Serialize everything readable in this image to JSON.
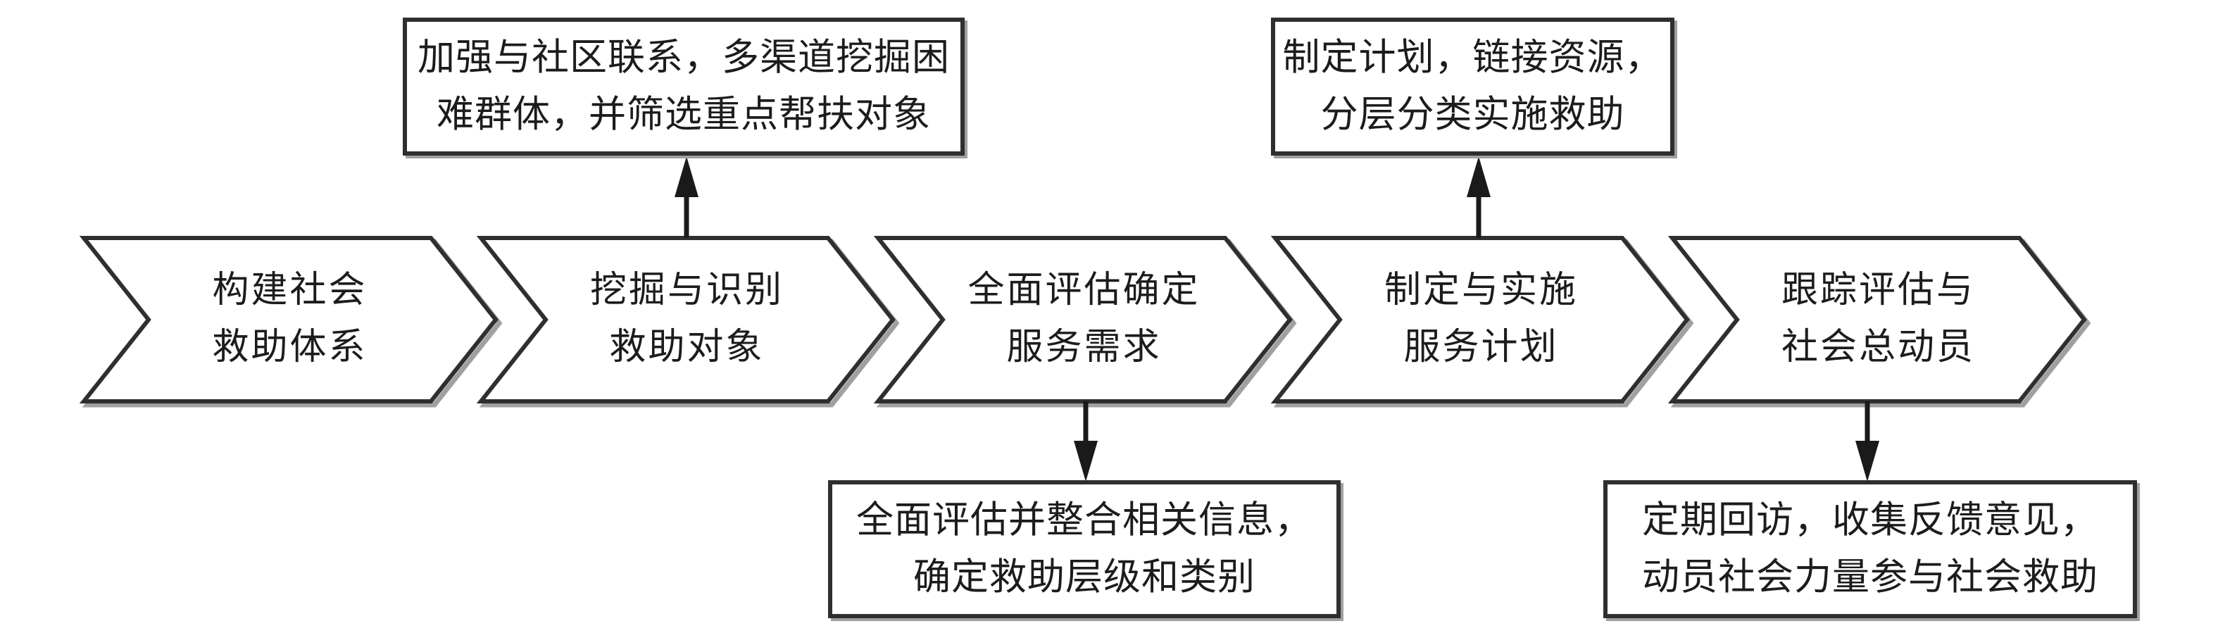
{
  "theme": {
    "background": "#ffffff",
    "shape_fill": "#ffffff",
    "line_color": "#2f2f2f",
    "line_shadow_color": "#a0a0a0",
    "text_color": "#1c1c1c",
    "arrow_color": "#1a1a1a"
  },
  "flow": {
    "type": "process-chevron-flow",
    "direction": "left-to-right",
    "steps": [
      {
        "id": "step-1",
        "lines": [
          "构建社会",
          "救助体系"
        ]
      },
      {
        "id": "step-2",
        "lines": [
          "挖掘与识别",
          "救助对象"
        ]
      },
      {
        "id": "step-3",
        "lines": [
          "全面评估确定",
          "服务需求"
        ]
      },
      {
        "id": "step-4",
        "lines": [
          "制定与实施",
          "服务计划"
        ]
      },
      {
        "id": "step-5",
        "lines": [
          "跟踪评估与",
          "社会总动员"
        ]
      }
    ],
    "callouts": [
      {
        "id": "callout-top-1",
        "position": "above",
        "attached_step": "step-2",
        "arrow_direction": "up",
        "lines": [
          "加强与社区联系，多渠道挖掘困",
          "难群体，并筛选重点帮扶对象"
        ]
      },
      {
        "id": "callout-top-2",
        "position": "above",
        "attached_step": "step-4",
        "arrow_direction": "up",
        "lines": [
          "制定计划，链接资源，",
          "分层分类实施救助"
        ]
      },
      {
        "id": "callout-bottom-1",
        "position": "below",
        "attached_step": "step-3",
        "arrow_direction": "down",
        "lines": [
          "全面评估并整合相关信息，",
          "确定救助层级和类别"
        ]
      },
      {
        "id": "callout-bottom-2",
        "position": "below",
        "attached_step": "step-5",
        "arrow_direction": "down",
        "lines": [
          "定期回访，收集反馈意见，",
          "动员社会力量参与社会救助"
        ]
      }
    ]
  }
}
